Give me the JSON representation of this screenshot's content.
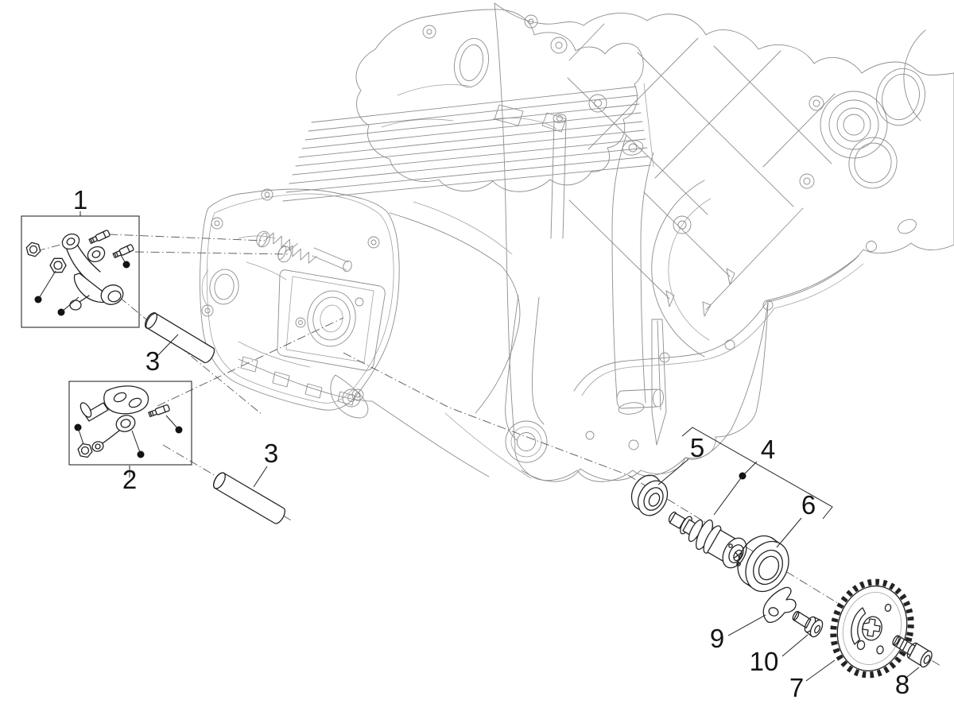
{
  "diagram": {
    "type": "exploded-parts-diagram",
    "colors": {
      "background": "#ffffff",
      "engine_line": "#8d8d8d",
      "part_line": "#232323",
      "label": "#141414"
    },
    "callouts": [
      {
        "id": "callout-1",
        "label": "1"
      },
      {
        "id": "callout-3a",
        "label": "3"
      },
      {
        "id": "callout-2",
        "label": "2"
      },
      {
        "id": "callout-3b",
        "label": "3"
      },
      {
        "id": "callout-5",
        "label": "5"
      },
      {
        "id": "callout-4",
        "label": "4"
      },
      {
        "id": "callout-6",
        "label": "6"
      },
      {
        "id": "callout-9",
        "label": "9"
      },
      {
        "id": "callout-10",
        "label": "10"
      },
      {
        "id": "callout-7",
        "label": "7"
      },
      {
        "id": "callout-8",
        "label": "8"
      }
    ]
  }
}
